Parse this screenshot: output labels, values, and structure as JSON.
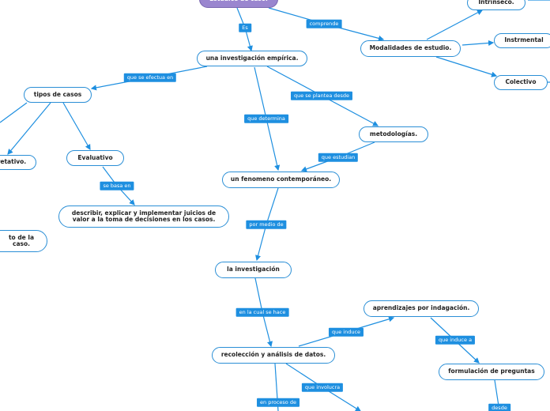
{
  "nodes": {
    "top": "Estudios de caso.",
    "investigacion_empirica": "una investigación empírica.",
    "modalidades": "Modalidades de estudio.",
    "intrinseco": "Intrínseco.",
    "instrumental": "Instrmental",
    "colectivo": "Colectivo",
    "tipos": "tipos de casos",
    "interpretativo": "Interpretativo.",
    "evaluativo": "Evaluativo",
    "describir": "describir, explicar y implementar juicios de valor a la toma de decisiones en los casos.",
    "descripcion": "to de la caso.",
    "metodologias": "metodologías.",
    "fenomeno": "un fenomeno contemporáneo.",
    "la_investigacion": "la investigación",
    "aprendizajes": "aprendizajes por indagación.",
    "formulacion": "formulación de preguntas",
    "recoleccion": "recolección y análisis de datos."
  },
  "labels": {
    "es": "Es",
    "comprende": "comprende",
    "que_se_efectua_en": "que se efectua en",
    "que_se_plantea_desde": "que se plantea desde",
    "que_determina": "que determina",
    "que_estudian": "que estudian",
    "se_basa_en": "se basa en",
    "por_medio_de": "por medio de",
    "en_la_cual_se_hace": "en la cual se hace",
    "que_induce": "que induce",
    "que_induce_a": "que induce a",
    "que_involucra": "que involucra",
    "en_proceso_de": "en proceso de",
    "desde": "desde"
  },
  "colors": {
    "node_border": "#2b8fd6",
    "link": "#1e8fe0",
    "label_bg": "#1e8fe0",
    "top_node": "#9a86cf"
  }
}
